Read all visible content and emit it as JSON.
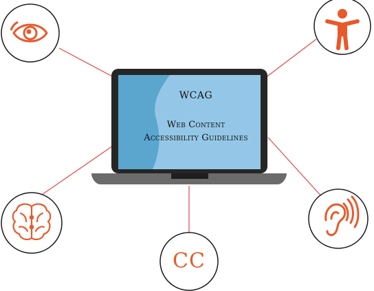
{
  "screen": {
    "title": "WCAG",
    "subtitle_line1": "Web Content",
    "subtitle_line2": "Accessibility Guidelines"
  },
  "cc_icon": {
    "label": "CC"
  },
  "icons": [
    "eye-icon",
    "person-accessibility-icon",
    "brain-icon",
    "closed-captions-icon",
    "hearing-icon"
  ],
  "colors": {
    "accent": "#e8592b",
    "connector": "#e0474b",
    "laptop_frame": "#262626",
    "laptop_base": "#6b6b6b",
    "screen_light": "#94c7e7",
    "screen_dark": "#5aa6cf"
  }
}
